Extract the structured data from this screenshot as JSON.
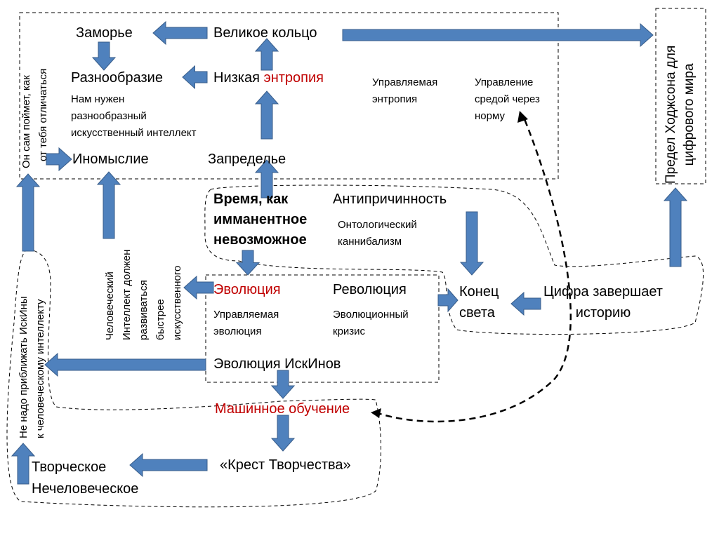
{
  "colors": {
    "arrow_fill": "#4f81bd",
    "arrow_stroke": "#385d8a",
    "accent_red": "#c00000"
  },
  "nodes": {
    "zamorye": "Заморье",
    "great_ring": "Великое кольцо",
    "diversity": "Разнообразие",
    "low": "Низкая",
    "entropy": "энтропия",
    "need_ai": [
      "Нам нужен",
      "разнообразный",
      "искусственный интеллект"
    ],
    "other_thinking": "Иномыслие",
    "beyond": "Запределье",
    "managed_entropy": [
      "Управляемая",
      "энтропия"
    ],
    "norm_control": [
      "Управление",
      "средой через",
      "норму"
    ],
    "hodgson": [
      "Предел Ходжсона для",
      "цифрового мира"
    ],
    "time": [
      "Время, как",
      "имманентное",
      "невозможное"
    ],
    "anticausality": "Антипричинность",
    "cannibalism": [
      "Онтологический",
      "каннибализм"
    ],
    "evolution": "Эволюция",
    "revolution": "Революция",
    "managed_evolution": [
      "Управляемая",
      "эволюция"
    ],
    "evo_crisis": [
      "Эволюционный",
      "кризис"
    ],
    "ai_evolution": "Эволюция ИскИнов",
    "end_world": [
      "Конец",
      "света"
    ],
    "digit_ends": [
      "Цифра завершает",
      "историю"
    ],
    "ml": "Машинное обучение",
    "cross": "«Крест Творчества»",
    "creative": [
      "Творческое",
      "Нечеловеческое"
    ],
    "he_understands": [
      "Он сам поймет, как",
      "от тебя отличаться"
    ],
    "human_faster": [
      "Человеческий",
      "Интеллект должен",
      "развиваться",
      "быстрее",
      "искусственного"
    ],
    "no_approach": [
      "Не надо приближать ИскИны",
      "к человеческому интеллекту"
    ]
  }
}
